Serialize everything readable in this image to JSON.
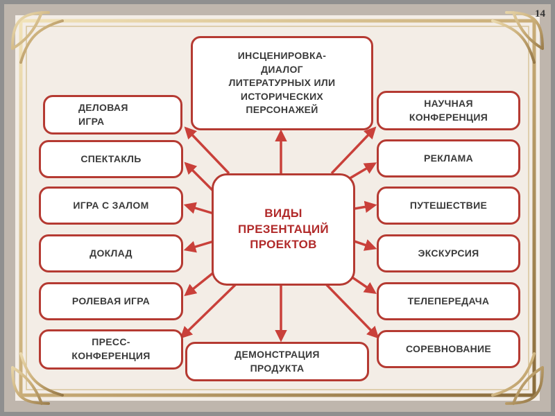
{
  "slide_number": "14",
  "center": "ВИДЫ\nПРЕЗЕНТАЦИЙ\nПРОЕКТОВ",
  "top": "ИНСЦЕНИРОВКА-\nДИАЛОГ\nЛИТЕРАТУРНЫХ ИЛИ\nИСТОРИЧЕСКИХ\nПЕРСОНАЖЕЙ",
  "bottom": "ДЕМОНСТРАЦИЯ\nПРОДУКТА",
  "left": [
    "ДЕЛОВАЯ\nИГРА",
    "СПЕКТАКЛЬ",
    "ИГРА С ЗАЛОМ",
    "ДОКЛАД",
    "РОЛЕВАЯ ИГРА",
    "ПРЕСС-\nКОНФЕРЕНЦИЯ"
  ],
  "right": [
    "НАУЧНАЯ\nКОНФЕРЕНЦИЯ",
    "РЕКЛАМА",
    "ПУТЕШЕСТВИЕ",
    "ЭКСКУРСИЯ",
    "ТЕЛЕПЕРЕДАЧА",
    "СОРЕВНОВАНИЕ"
  ],
  "colors": {
    "box_border": "#b53a32",
    "arrow": "#c9403a",
    "center_text": "#b12a2a",
    "background": "#f3ede6"
  }
}
